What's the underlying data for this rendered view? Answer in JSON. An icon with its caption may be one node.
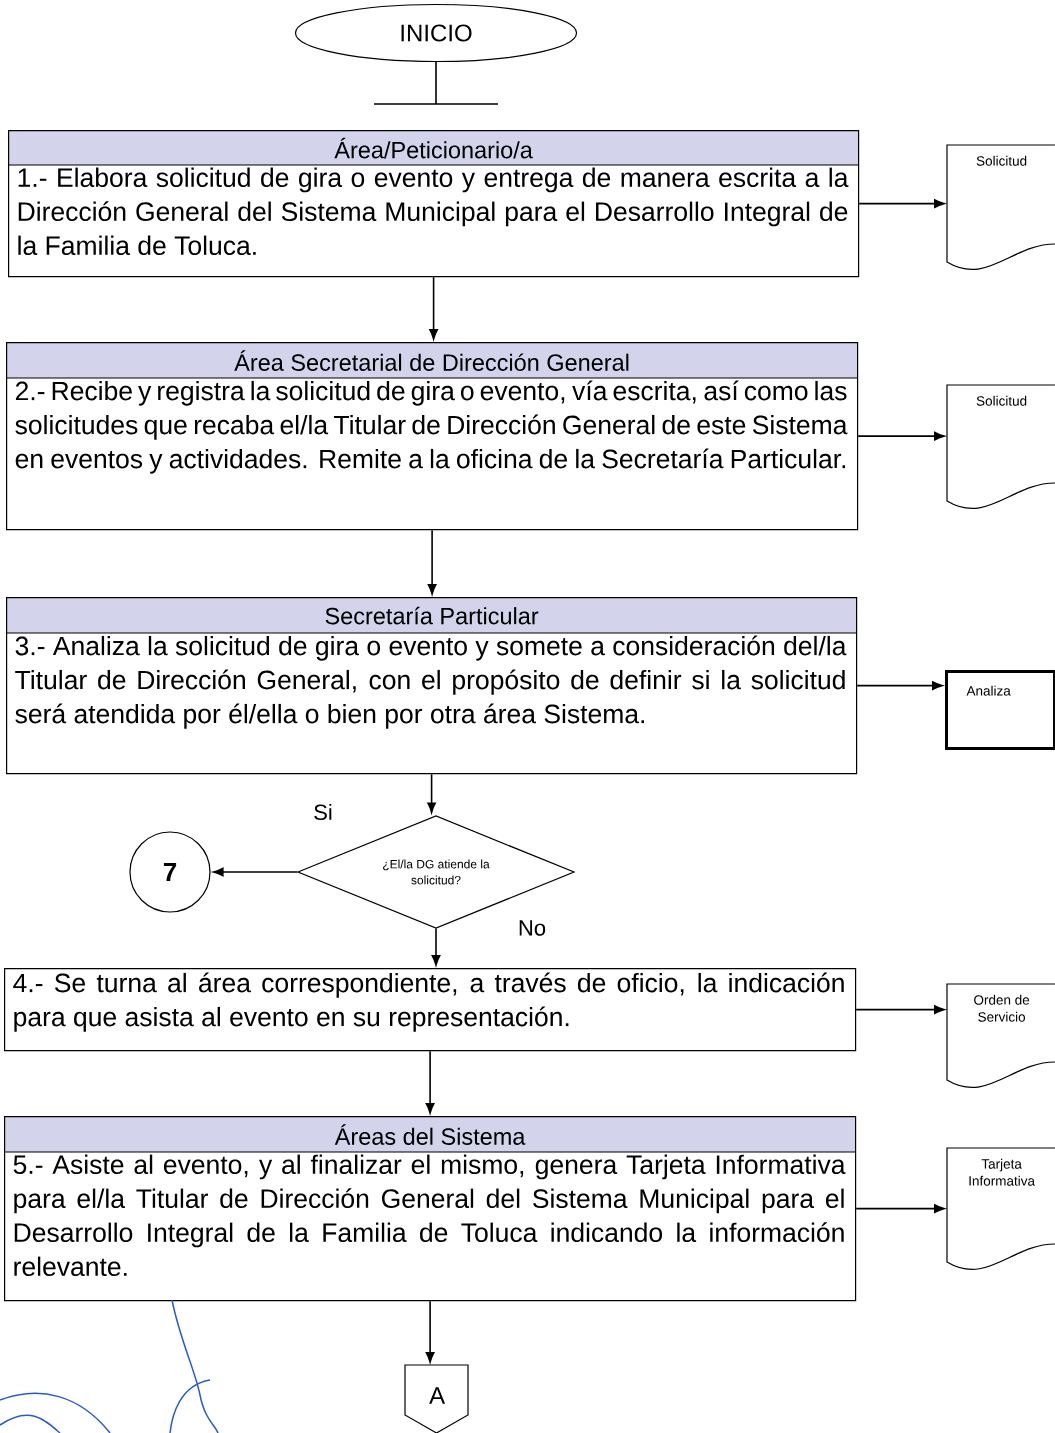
{
  "diagram": {
    "nodes": [
      {
        "text": [
          "INICIO"
        ]
      },
      {
        "text": [
          "Área/Peticionario/a",
          "1.- Elabora solicitud de gira o evento y entrega de manera escrita a la Dirección General del Sistema Municipal para el Desarrollo Integral de la Familia de Toluca."
        ]
      },
      {
        "text": [
          "Solicitud"
        ]
      },
      {
        "text": [
          "Área Secretarial de Dirección General",
          "2.- Recibe y registra la solicitud de gira o evento, vía escrita, así como las solicitudes que recaba el/la Titular de Dirección General de este Sistema en eventos y actividades. Remite a la oficina de la Secretaría Particular."
        ]
      },
      {
        "text": [
          "Solicitud"
        ]
      },
      {
        "text": [
          "Secretaría Particular",
          "3.- Analiza la solicitud de gira o evento y somete a consideración del/la Titular de Dirección General, con el propósito de definir si la solicitud será atendida por él/ella o bien por otra área Sistema."
        ]
      },
      {
        "text": [
          "Analiza"
        ]
      },
      {
        "text": [
          "¿El/la DG atiende la solicitud?"
        ]
      },
      {
        "text": [
          "7"
        ]
      },
      {
        "text": [
          "4.- Se turna al área correspondiente, a través de oficio, la indicación para que asista al evento en su representación."
        ]
      },
      {
        "text": [
          "Orden de Servicio"
        ]
      },
      {
        "text": [
          "Áreas del Sistema",
          "5.- Asiste al evento, y al finalizar el mismo, genera Tarjeta Informativa para el/la Titular de Dirección General del Sistema Municipal para el Desarrollo Integral de la Familia de Toluca indicando la información relevante."
        ]
      },
      {
        "text": [
          "Tarjeta Informativa"
        ]
      },
      {
        "text": [
          "A"
        ]
      }
    ],
    "edges": [
      {
        "from": 0,
        "to": 1,
        "arrow": "none"
      },
      {
        "from": 1,
        "to": 2,
        "arrow": "to"
      },
      {
        "from": 1,
        "to": 3,
        "arrow": "to"
      },
      {
        "from": 3,
        "to": 4,
        "arrow": "to"
      },
      {
        "from": 3,
        "to": 5,
        "arrow": "to"
      },
      {
        "from": 5,
        "to": 6,
        "arrow": "to"
      },
      {
        "from": 5,
        "to": 7,
        "arrow": "to"
      },
      {
        "from": 7,
        "to": 8,
        "arrow": "to",
        "label": "Si"
      },
      {
        "from": 7,
        "to": 9,
        "arrow": "to",
        "label": "No"
      },
      {
        "from": 9,
        "to": 10,
        "arrow": "to"
      },
      {
        "from": 9,
        "to": 11,
        "arrow": "to"
      },
      {
        "from": 11,
        "to": 12,
        "arrow": "to"
      },
      {
        "from": 11,
        "to": 13,
        "arrow": "to"
      }
    ]
  }
}
